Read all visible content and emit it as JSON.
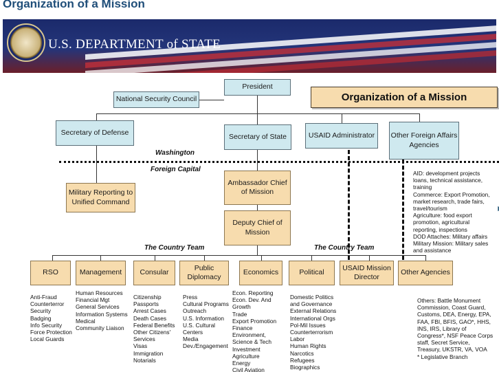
{
  "page": {
    "title": "Organization of a Mission"
  },
  "banner": {
    "text": "U.S. DEPARTMENT of STATE"
  },
  "chart_title": "Organization of a Mission",
  "labels": {
    "washington": "Washington",
    "foreign_capital": "Foreign Capital",
    "country_team_left": "The Country Team",
    "country_team_right": "The Country Team"
  },
  "nodes": {
    "president": "President",
    "nsc": "National Security Council",
    "secdef": "Secretary of Defense",
    "secstate": "Secretary of State",
    "usaid_admin": "USAID Administrator",
    "other_foreign": "Other Foreign Affairs Agencies",
    "military_reporting": "Military Reporting to Unified Command",
    "ambassador": "Ambassador Chief of Mission",
    "deputy": "Deputy Chief of Mission",
    "rso": "RSO",
    "management": "Management",
    "consular": "Consular",
    "public_diplomacy": "Public Diplomacy",
    "economics": "Economics",
    "political": "Political",
    "usaid_director": "USAID Mission Director",
    "other_agencies": "Other Agencies"
  },
  "lists": {
    "rso": "Anti-Fraud\nCounterterror\nSecurity\nBadging\nInfo Security\nForce Protection\nLocal Guards",
    "management": "Human Resources\nFinancial Mgt\nGeneral Services\nInformation Systems\nMedical\nCommunity Liaison",
    "consular": "Citizenship\nPassports\nArrest Cases\nDeath Cases\nFederal Benefits\nOther Citizens'\nServices\nVisas\nImmigration\nNotarials",
    "public_diplomacy": "Press\nCultural Programs\nOutreach\n U.S. Information\nU.S. Cultural\nCenters\nMedia\nDev./Engagement",
    "economics": "Econ. Reporting\nEcon. Dev. And\nGrowth\nTrade\nExport Promotion\nFinance\nEnvironment,\nScience & Tech\nInvestment\nAgriculture\nEnergy\nCivil Aviation\nTelecommunications",
    "political": "Domestic Politics\nand Governance\nExternal Relations\nInternational Orgs\nPol-Mil Issues\nCounterterrorism\nLabor\nHuman Rights\nNarcotics\nRefugees\nBiographics\nMaps and"
  },
  "notes": {
    "agencies": "AID:  development projects\nloans, technical assistance,\ntraining\nCommerce: Export Promotion,\nmarket  research, trade fairs,\ntravel/tourism\nAgriculture:  food export\npromotion, agricultural\nreporting, inspections\nDOD Attaches:  Military affairs\nMilitary Mission:  Military sales\nand assistance",
    "others": "Others:  Battle Monument\nCommission, Coast Guard,\nCustoms, DEA, Energy, EPA,\nFAA, FBI, BFIS, GAO*, HHS,\nINS, IRS, Library of\nCongress*, NSF Peace Corps\nstaff, Secret Service,\nTreasury, UKSTR, VA, VOA",
    "legislative": "* Legislative Branch"
  },
  "colors": {
    "blue_box": "#cfe9ef",
    "tan_box": "#f7dcae",
    "title_text": "#1f4e79"
  }
}
